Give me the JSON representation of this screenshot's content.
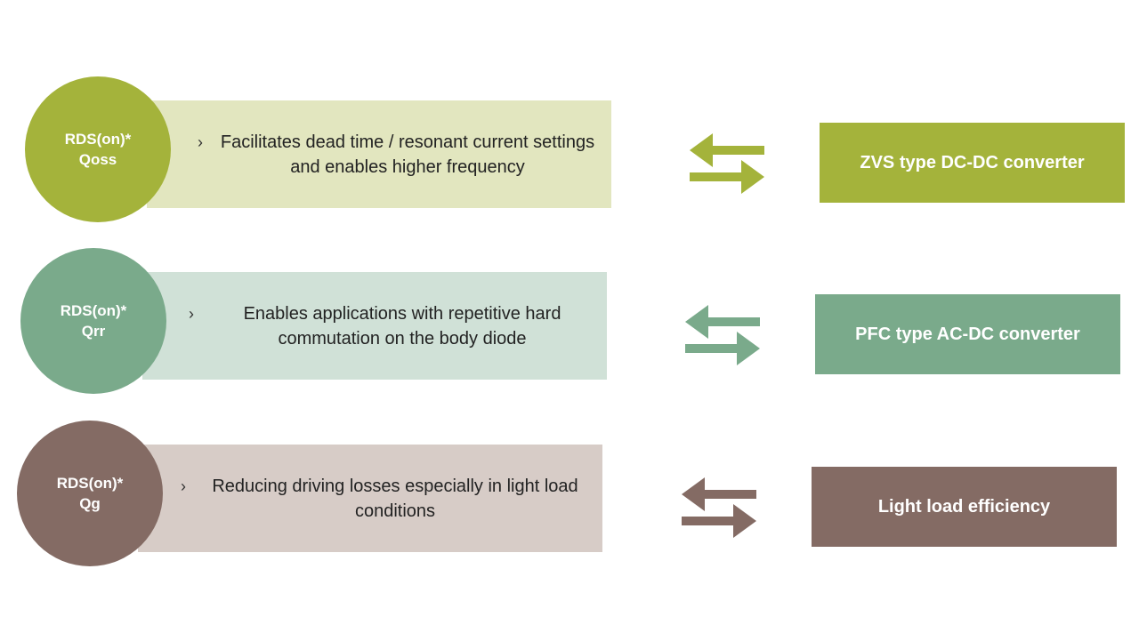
{
  "rows": [
    {
      "circle_line1": "RDS(on)*",
      "circle_line2": "Qoss",
      "bullet": "›",
      "description": "Facilitates dead time / resonant current settings and enables higher frequency",
      "application": "ZVS type DC-DC converter",
      "color": "#a4b33b",
      "light_color": "#e2e6bf"
    },
    {
      "circle_line1": "RDS(on)*",
      "circle_line2": "Qrr",
      "bullet": "›",
      "description": "Enables applications with repetitive hard commutation on the body diode",
      "application": "PFC type AC-DC converter",
      "color": "#7aaa8b",
      "light_color": "#d0e1d7"
    },
    {
      "circle_line1": "RDS(on)*",
      "circle_line2": "Qg",
      "bullet": "›",
      "description": "Reducing driving losses especially in light load conditions",
      "application": "Light load efficiency",
      "color": "#846b64",
      "light_color": "#d7ccc7"
    }
  ]
}
